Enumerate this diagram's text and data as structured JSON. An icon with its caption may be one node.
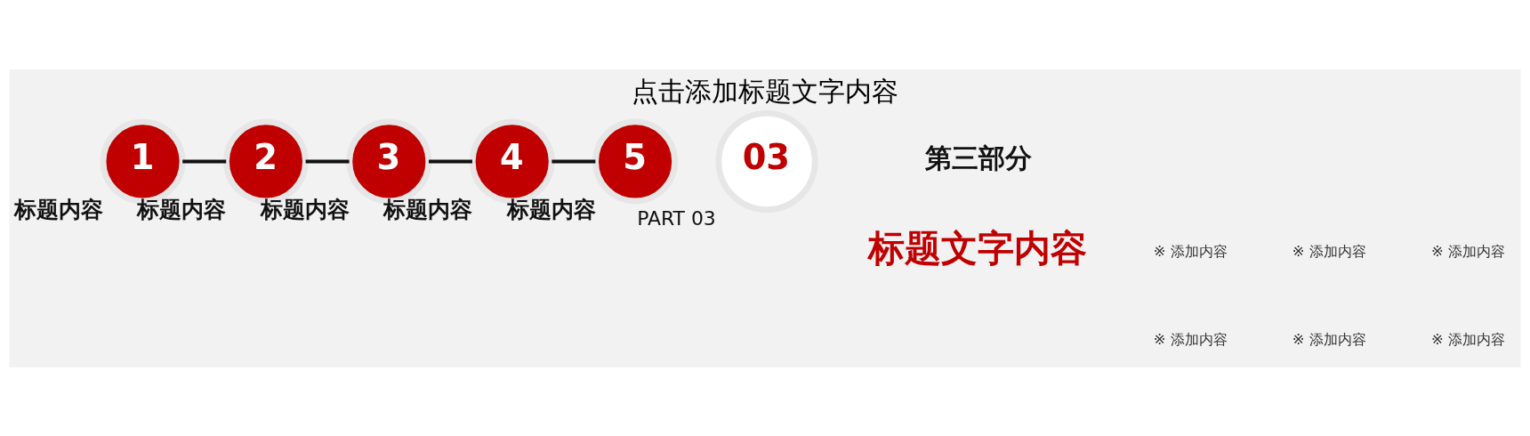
{
  "diagram": {
    "title": "点击添加标题文字内容",
    "nodes": [
      {
        "text": [
          "1"
        ],
        "beside": [
          "标题内容"
        ]
      },
      {
        "text": [
          "2"
        ],
        "beside": [
          "标题内容"
        ]
      },
      {
        "text": [
          "3"
        ],
        "beside": [
          "标题内容"
        ]
      },
      {
        "text": [
          "4"
        ],
        "beside": [
          "标题内容"
        ]
      },
      {
        "text": [
          "5"
        ],
        "beside": [
          "标题内容"
        ]
      },
      {
        "text": [
          "03"
        ],
        "beside": [
          "PART 03"
        ]
      }
    ],
    "edges": [
      {
        "from": 0,
        "to": 1,
        "arrow": "none"
      },
      {
        "from": 1,
        "to": 2,
        "arrow": "none"
      },
      {
        "from": 2,
        "to": 3,
        "arrow": "none"
      },
      {
        "from": 3,
        "to": 4,
        "arrow": "none"
      }
    ],
    "labels": [
      "第三部分",
      "标题文字内容",
      "※ 添加内容",
      "※ 添加内容",
      "※ 添加内容",
      "※ 添加内容",
      "※ 添加内容",
      "※ 添加内容"
    ]
  }
}
